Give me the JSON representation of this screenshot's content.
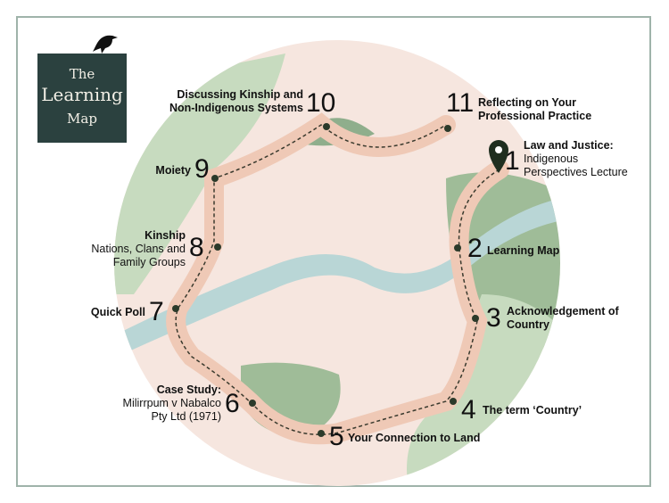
{
  "logo": {
    "line1": "The",
    "line2": "Learning",
    "line3": "Map"
  },
  "stations": [
    {
      "n": "1",
      "title": "Law and Justice:",
      "sub": "Indigenous Perspectives Lecture"
    },
    {
      "n": "2",
      "title": "Learning Map",
      "sub": ""
    },
    {
      "n": "3",
      "title": "Acknowledgement of Country",
      "sub": ""
    },
    {
      "n": "4",
      "title": "The term ‘Country’",
      "sub": ""
    },
    {
      "n": "5",
      "title": "Your Connection to Land",
      "sub": ""
    },
    {
      "n": "6",
      "title": "Case Study:",
      "sub": "Milirrpum v Nabalco Pty Ltd (1971)"
    },
    {
      "n": "7",
      "title": "Quick Poll",
      "sub": ""
    },
    {
      "n": "8",
      "title": "Kinship",
      "sub": "Nations, Clans and Family Groups"
    },
    {
      "n": "9",
      "title": "Moiety",
      "sub": ""
    },
    {
      "n": "10",
      "title": "Discussing Kinship and Non-Indigenous Systems",
      "sub": ""
    },
    {
      "n": "11",
      "title": "Reflecting on Your Professional Practice",
      "sub": ""
    }
  ],
  "colors": {
    "land": "#f6e6df",
    "green": "#b9d0b0",
    "darkgreen": "#8fae8c",
    "river": "#b9d6d6",
    "road": "#efc9b6",
    "logo": "#2b413f"
  }
}
